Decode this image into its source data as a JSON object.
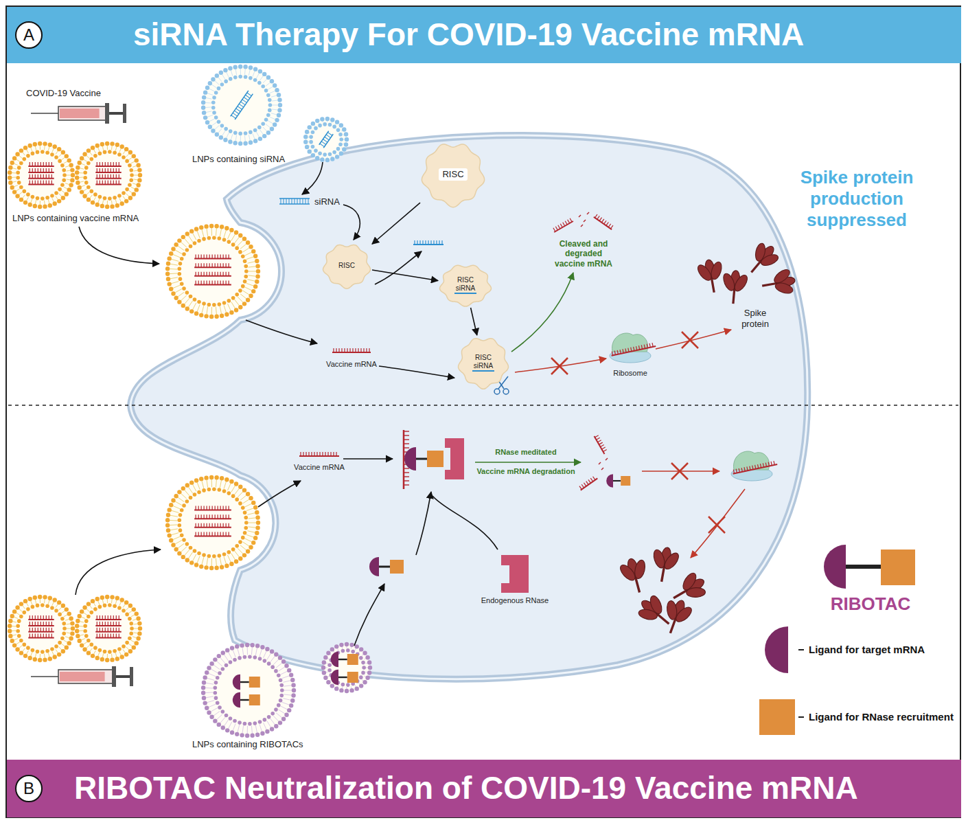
{
  "diagram": {
    "nodes": [
      {
        "text": [
          "A",
          "siRNA Therapy For COVID-19 Vaccine mRNA"
        ]
      },
      {
        "text": [
          "RISC"
        ]
      },
      {
        "text": [
          "RISC"
        ]
      },
      {
        "text": [
          "RISC",
          "siRNA"
        ]
      },
      {
        "text": [
          "RISC",
          "siRNA"
        ]
      },
      {
        "text": [
          "Endogenous RNase"
        ]
      },
      {
        "text": [
          "B",
          "RIBOTAC Neutralization of COVID-19 Vaccine mRNA"
        ]
      }
    ],
    "edges": [
      {
        "from": 1,
        "to": 2,
        "arrow": "to"
      },
      {
        "from": 2,
        "to": 3,
        "arrow": "to"
      },
      {
        "from": 3,
        "to": 4,
        "arrow": "to"
      }
    ],
    "labels": [
      "COVID-19 Vaccine",
      "LNPs containing siRNA",
      "LNPs containing vaccine mRNA",
      "siRNA",
      "Cleaved and degraded vaccine mRNA",
      "Spike protein production suppressed",
      "Vaccine mRNA",
      "Ribosome",
      "Spike protein",
      "Vaccine mRNA",
      "RNase meditated",
      "Vaccine mRNA degradation",
      "RIBOTAC",
      "LNPs containing RIBOTACs"
    ],
    "legend": [
      {
        "text": "Ligand for target mRNA",
        "color": "#7b2a63"
      },
      {
        "text": "Ligand for RNase recruitment",
        "color": "#e08e3c"
      }
    ]
  }
}
